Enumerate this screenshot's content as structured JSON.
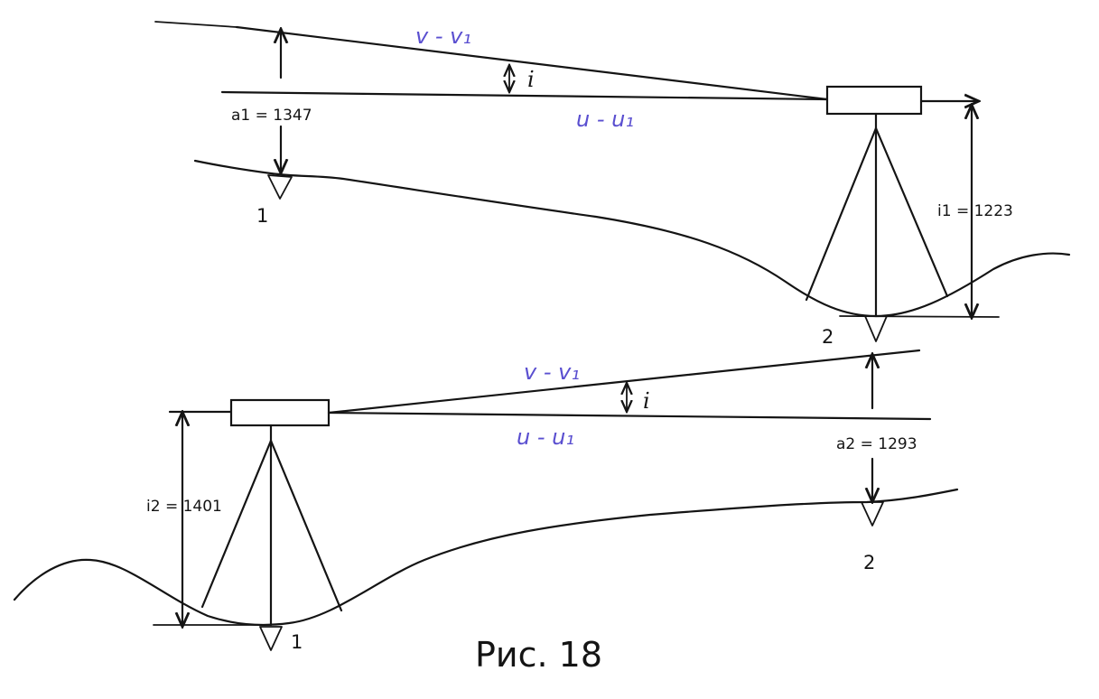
{
  "colors": {
    "ink": "#141414",
    "handwriting_blue": "#5a4fd0",
    "background": "#ffffff"
  },
  "top_diagram": {
    "sight_line_label": "v - v₁",
    "level_line_label": "u - u₁",
    "angle_label": "i",
    "reading_label": "a1 = 1347",
    "height_label": "i1 = 1223",
    "point_left_label": "1",
    "point_right_label": "2"
  },
  "bottom_diagram": {
    "sight_line_label": "v - v₁",
    "level_line_label": "u - u₁",
    "angle_label": "i",
    "reading_label": "a2 = 1293",
    "height_label": "i2 = 1401",
    "point_left_label": "1",
    "point_right_label": "2"
  },
  "caption": "Рис. 18"
}
